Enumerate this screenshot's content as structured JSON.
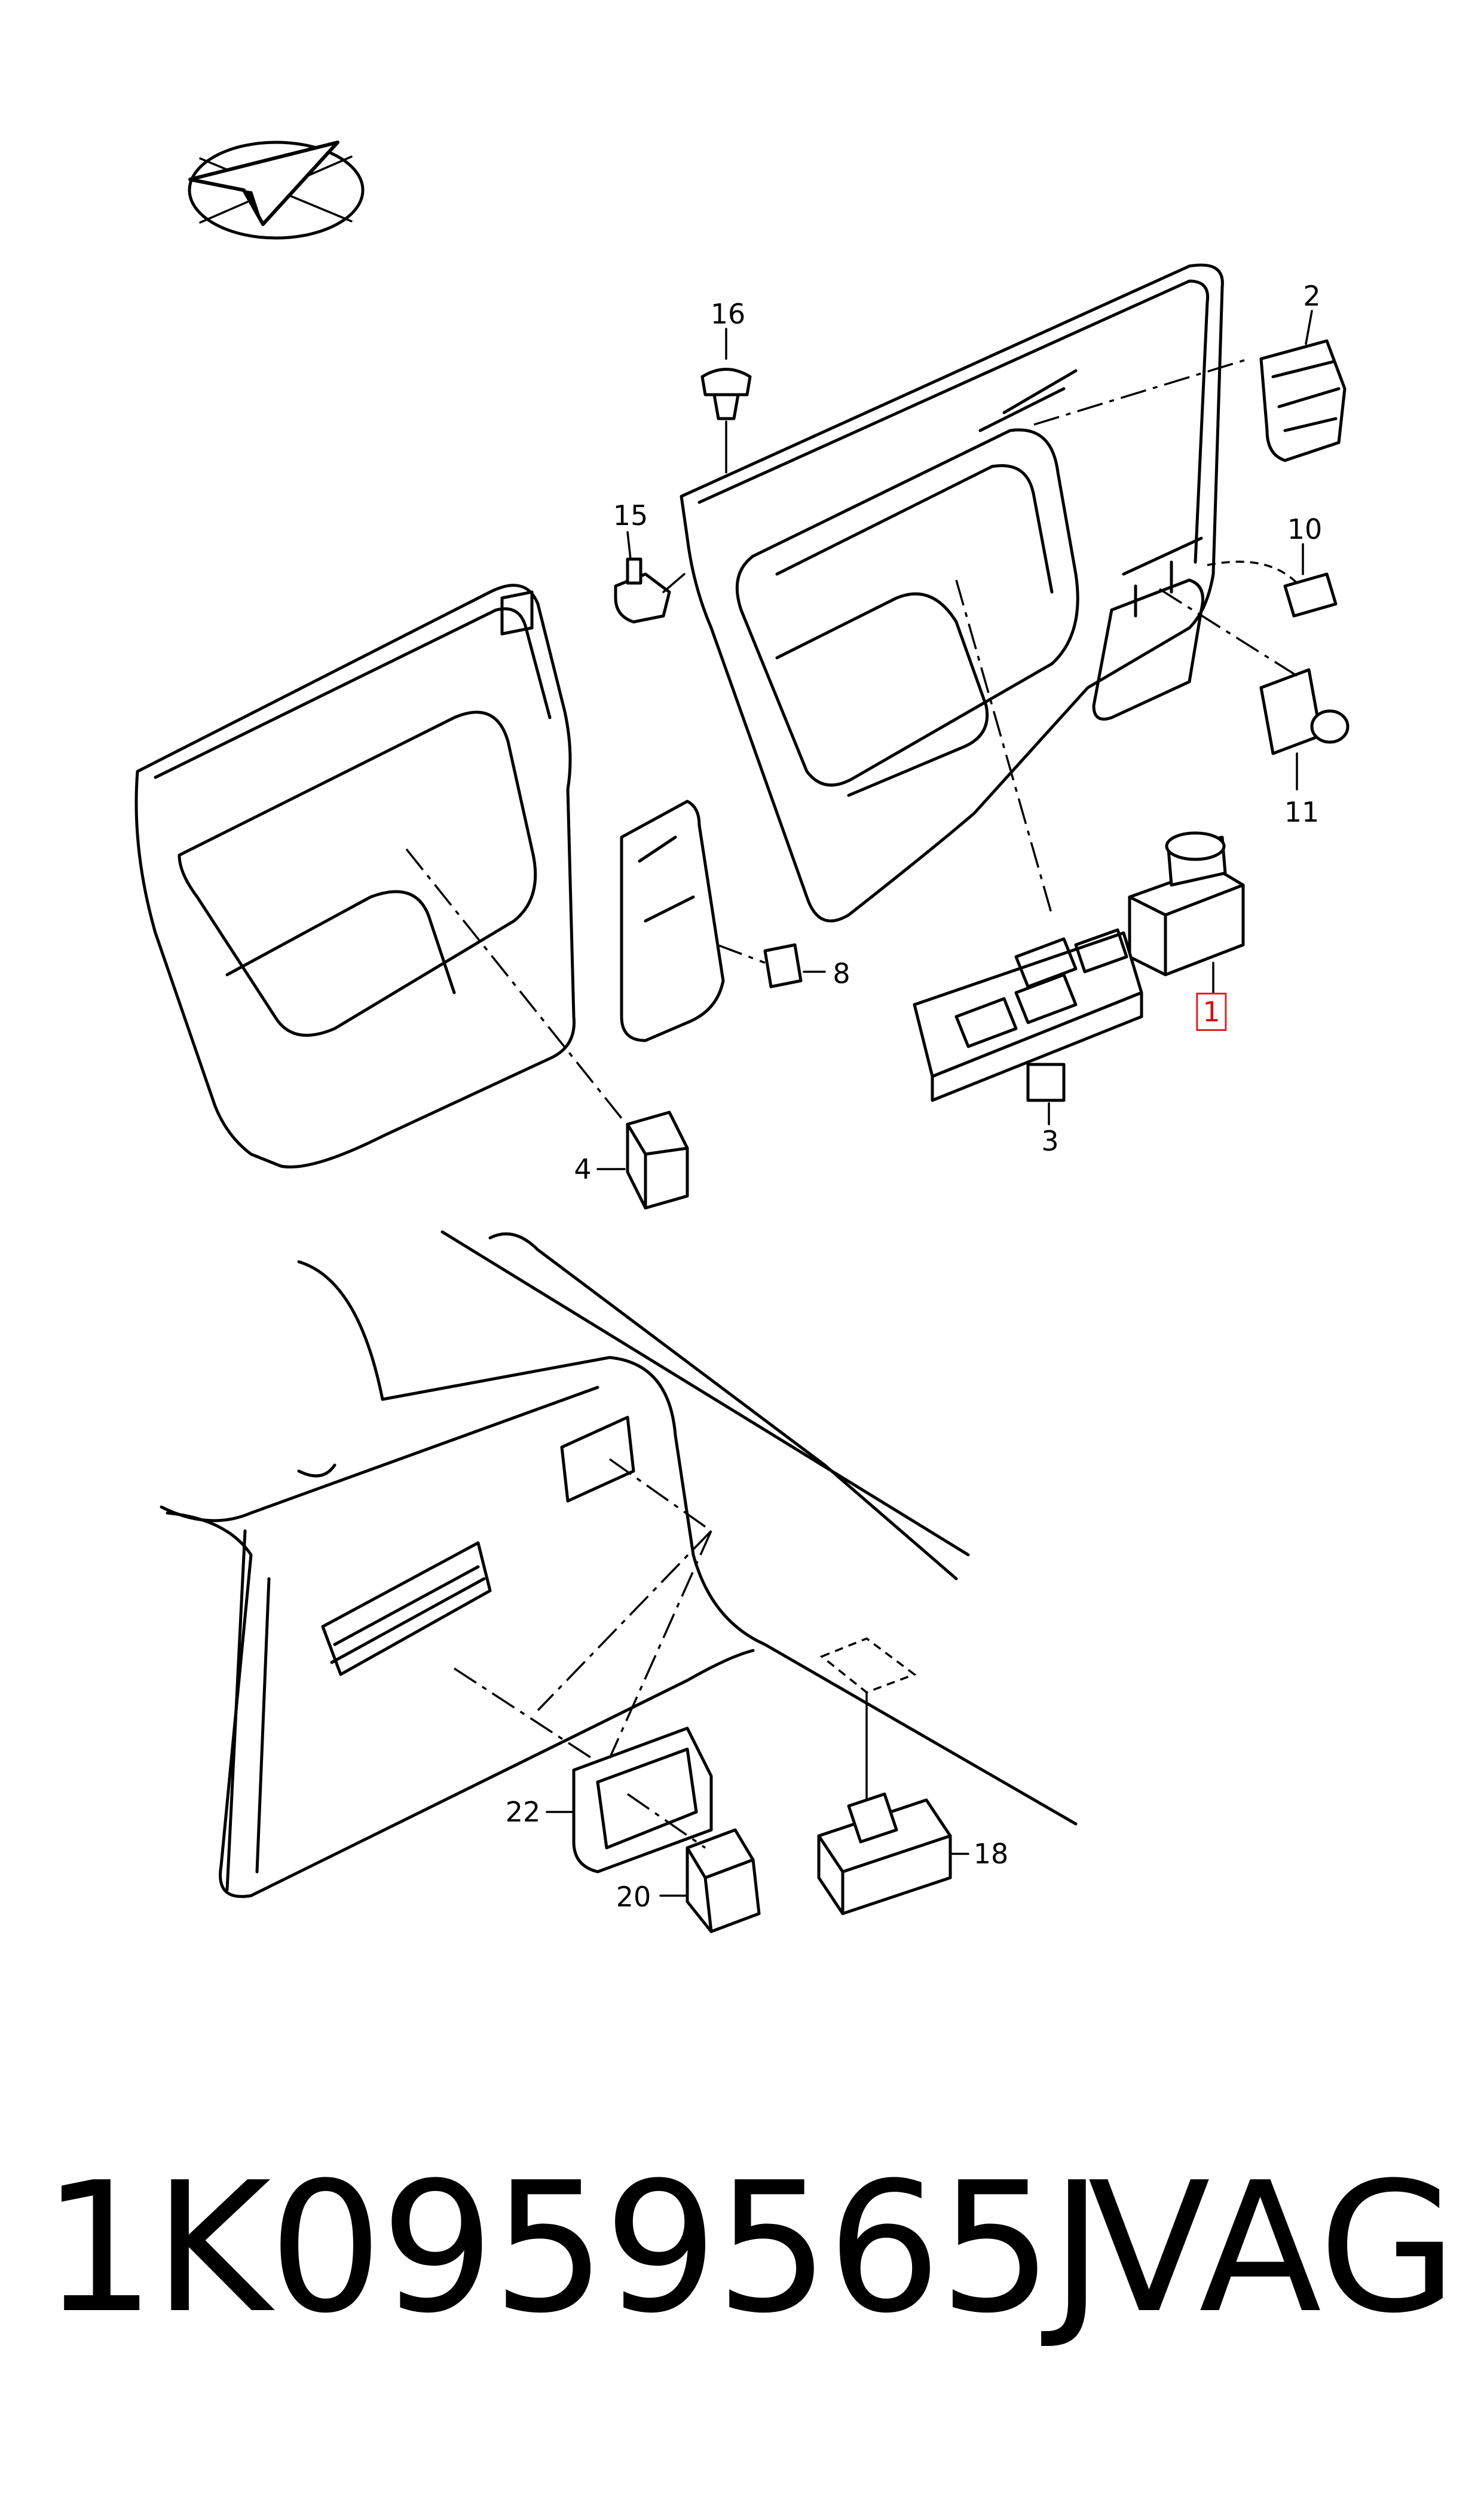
{
  "callouts": [
    {
      "id": "2",
      "label": "2"
    },
    {
      "id": "16",
      "label": "16"
    },
    {
      "id": "15",
      "label": "15"
    },
    {
      "id": "10",
      "label": "10"
    },
    {
      "id": "11",
      "label": "11"
    },
    {
      "id": "8",
      "label": "8"
    },
    {
      "id": "1",
      "label": "1",
      "highlighted": true
    },
    {
      "id": "3",
      "label": "3"
    },
    {
      "id": "4",
      "label": "4"
    },
    {
      "id": "22",
      "label": "22"
    },
    {
      "id": "20",
      "label": "20"
    },
    {
      "id": "18",
      "label": "18"
    }
  ],
  "footer": {
    "part_number": "1K0959565J",
    "brand": "VAG"
  },
  "colors": {
    "line": "#000000",
    "background": "#ffffff",
    "highlight": "#e02020"
  },
  "icons": [
    "orientation-arrow-icon"
  ]
}
